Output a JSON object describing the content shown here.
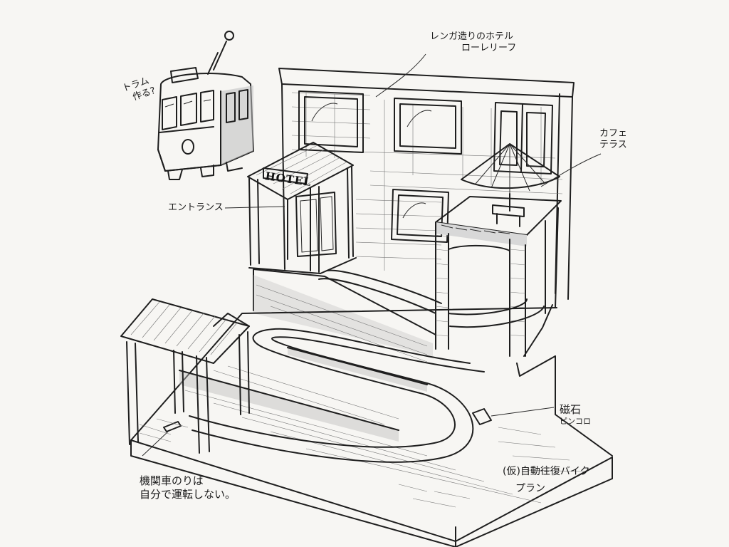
{
  "annotations": {
    "hotel_line1": "レンガ造りのホテル",
    "hotel_line2": "ローレリーフ",
    "tram_line1": "トラム",
    "tram_line2": "作る?",
    "cafe_line1": "カフェ",
    "cafe_line2": "テラス",
    "entrance": "エントランス",
    "sensor_line1": "磁石",
    "sensor_line2": "ピンコロ",
    "plan_line1": "(仮)自動往復バイク",
    "plan_line2": "プラン",
    "loco_line1": "機関車のりば",
    "loco_line2": "自分で運転しない。"
  },
  "sign": {
    "text": "HOTEL"
  }
}
